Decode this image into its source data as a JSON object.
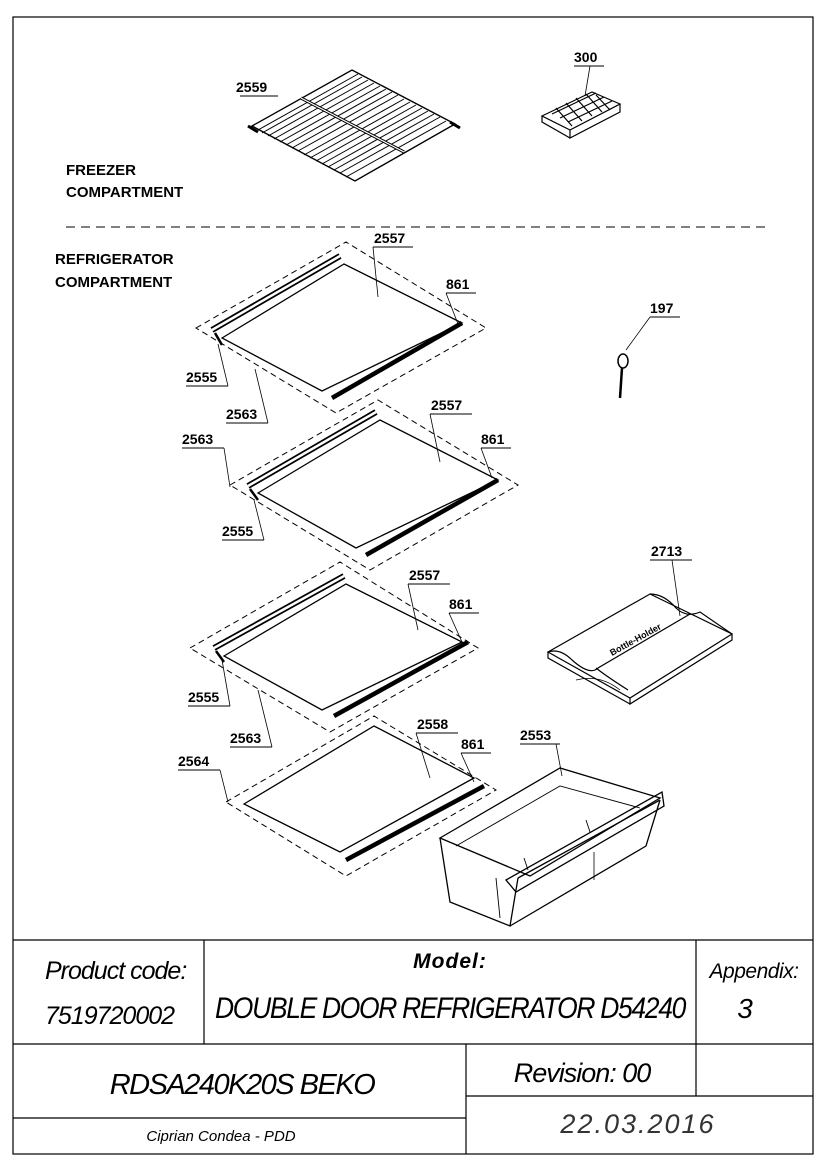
{
  "sections": {
    "freezer": [
      "FREEZER",
      "COMPARTMENT"
    ],
    "refrigerator": [
      "REFRIGERATOR",
      "COMPARTMENT"
    ]
  },
  "parts": {
    "p2559": "2559",
    "p300": "300",
    "p2557a": "2557",
    "p861a": "861",
    "p197": "197",
    "p2555a": "2555",
    "p2563a": "2563",
    "p2563b": "2563",
    "p2557b": "2557",
    "p861b": "861",
    "p2555b": "2555",
    "p2557c": "2557",
    "p861c": "861",
    "p2713": "2713",
    "p2555c": "2555",
    "p2563c": "2563",
    "p2558": "2558",
    "p861d": "861",
    "p2553": "2553",
    "p2564": "2564"
  },
  "bottle_holder_text": "Bottle-Holder",
  "title_block": {
    "product_code_label": "Product code:",
    "product_code_value": "7519720002",
    "model_label": "Model:",
    "model_value": "DOUBLE DOOR REFRIGERATOR D54240",
    "appendix_label": "Appendix:",
    "appendix_value": "3",
    "model_code": "RDSA240K20S BEKO",
    "revision": "Revision: 00",
    "author": "Ciprian Condea - PDD",
    "date": "22.03.2016"
  }
}
